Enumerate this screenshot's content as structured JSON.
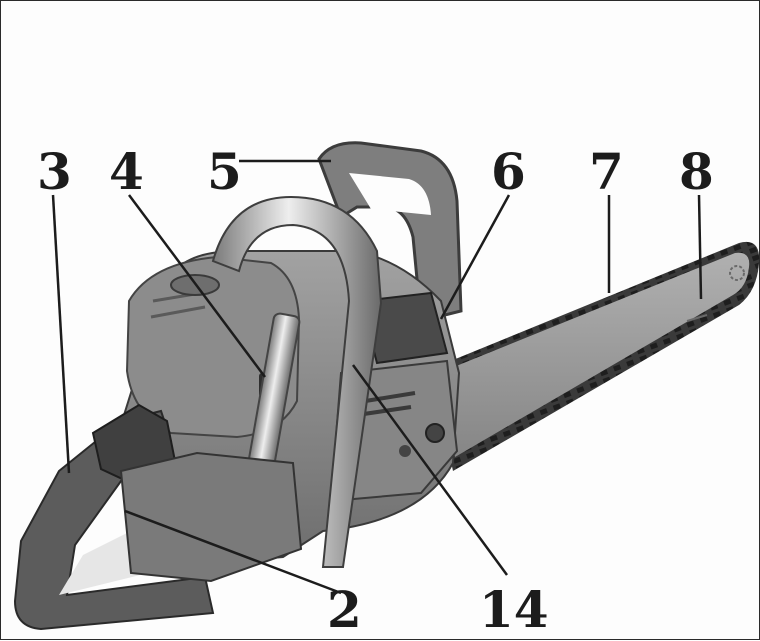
{
  "figure": {
    "labels": [
      {
        "id": "2",
        "text": "2"
      },
      {
        "id": "3",
        "text": "3"
      },
      {
        "id": "4",
        "text": "4"
      },
      {
        "id": "5",
        "text": "5"
      },
      {
        "id": "6",
        "text": "6"
      },
      {
        "id": "7",
        "text": "7"
      },
      {
        "id": "8",
        "text": "8"
      },
      {
        "id": "14",
        "text": "14"
      }
    ],
    "colors": {
      "body": "#8a8a8a",
      "dark": "#3a3a3a",
      "bar": "#9a9a9a",
      "chain": "#2e2e2e",
      "chrome": "#c8c8c8"
    }
  }
}
